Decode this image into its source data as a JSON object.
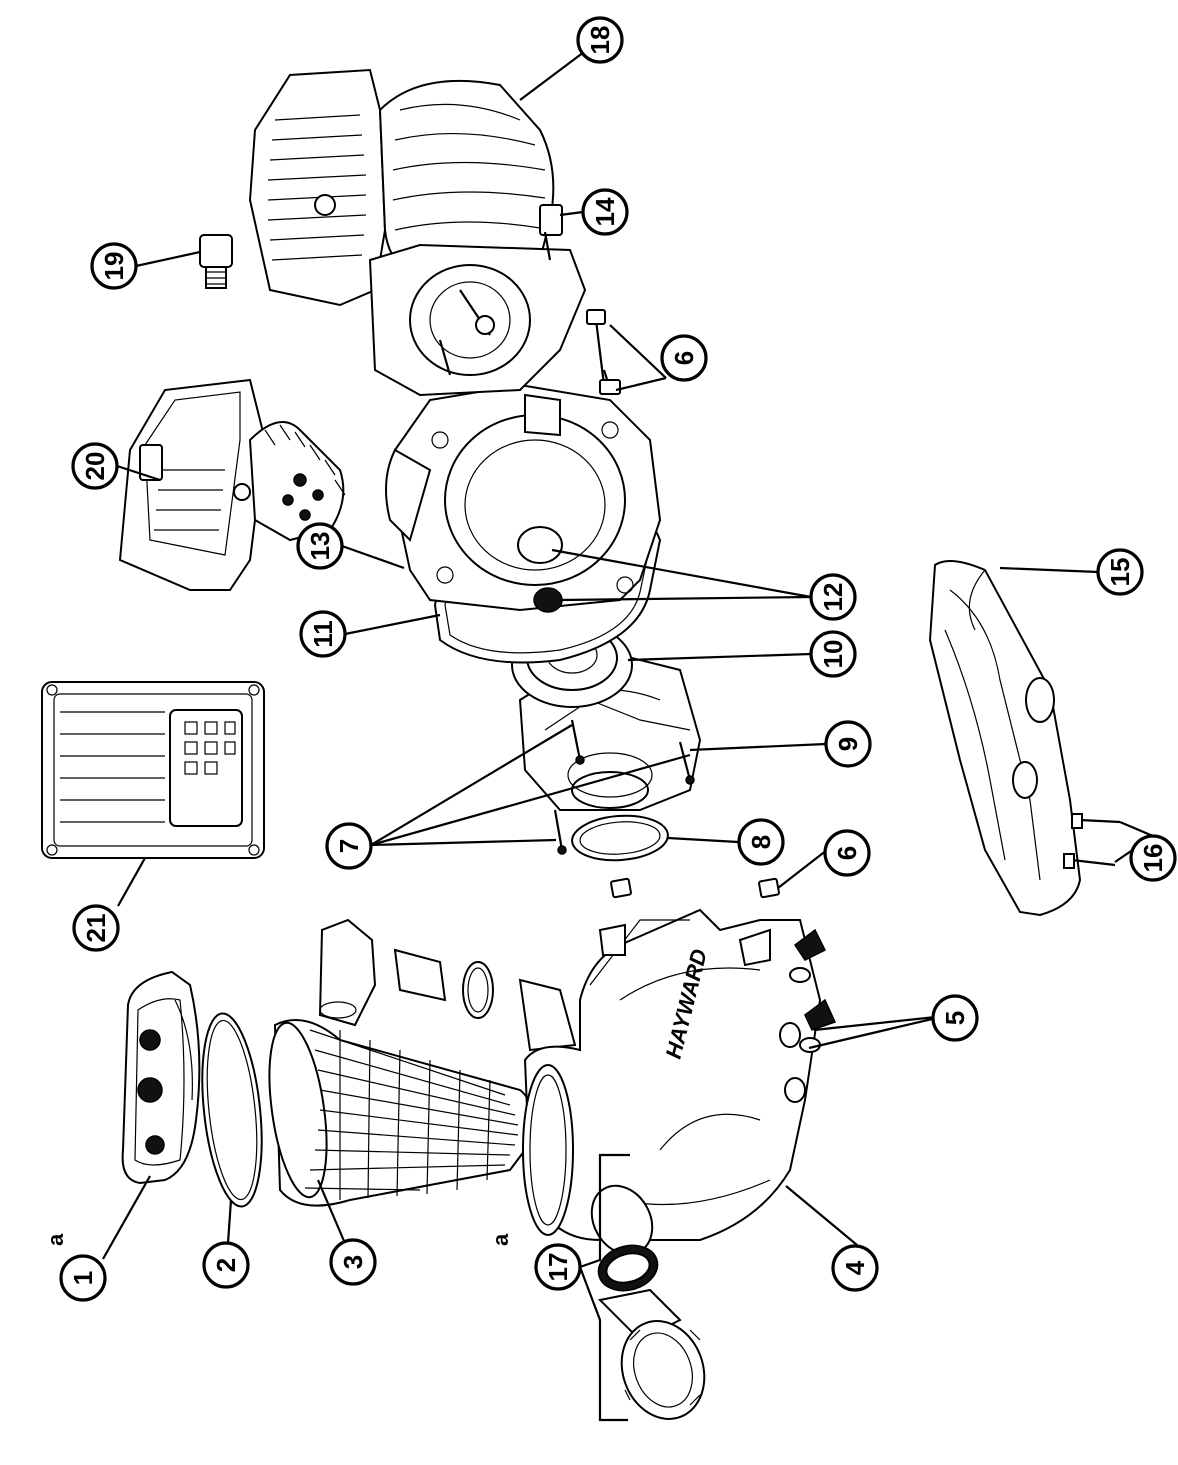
{
  "brand": "HAYWARD",
  "footnote_marker": "a",
  "callouts": [
    {
      "num": "1",
      "name": "callout-1-lid"
    },
    {
      "num": "2",
      "name": "callout-2-lid-o-ring"
    },
    {
      "num": "3",
      "name": "callout-3-strainer-basket"
    },
    {
      "num": "4",
      "name": "callout-4-pump-housing"
    },
    {
      "num": "5",
      "name": "callout-5-drain-plugs"
    },
    {
      "num": "6",
      "name": "callout-6-nuts-bolts"
    },
    {
      "num": "7",
      "name": "callout-7-diffuser-screws"
    },
    {
      "num": "8",
      "name": "callout-8-diffuser-o-ring"
    },
    {
      "num": "9",
      "name": "callout-9-diffuser"
    },
    {
      "num": "10",
      "name": "callout-10-impeller"
    },
    {
      "num": "11",
      "name": "callout-11-housing-o-ring"
    },
    {
      "num": "12",
      "name": "callout-12-seal"
    },
    {
      "num": "13",
      "name": "callout-13-seal-plate"
    },
    {
      "num": "14",
      "name": "callout-14-motor-bolts"
    },
    {
      "num": "15",
      "name": "callout-15-base"
    },
    {
      "num": "16",
      "name": "callout-16-base-screws"
    },
    {
      "num": "17",
      "name": "callout-17-union-kit"
    },
    {
      "num": "18",
      "name": "callout-18-motor"
    },
    {
      "num": "19",
      "name": "callout-19-cable-gland"
    },
    {
      "num": "20",
      "name": "callout-20-drive"
    },
    {
      "num": "21",
      "name": "callout-21-remote-keypad"
    }
  ]
}
